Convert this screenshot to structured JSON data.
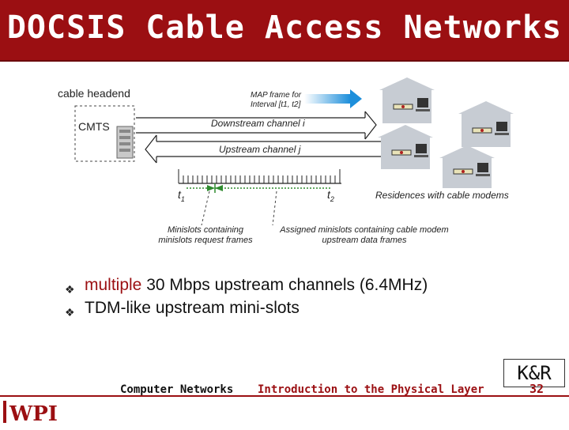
{
  "title": "DOCSIS Cable Access Networks",
  "diagram": {
    "headend_label": "cable headend",
    "cmts_label": "CMTS",
    "map_frame_label_line1": "MAP frame for",
    "map_frame_label_line2": "Interval [t1, t2]",
    "downstream_label": "Downstream channel i",
    "upstream_label": "Upstream channel j",
    "t1": "t",
    "t1_sub": "1",
    "t2": "t",
    "t2_sub": "2",
    "residences_label": "Residences with cable modems",
    "minislots_req_line1": "Minislots containing",
    "minislots_req_line2": "minislots request frames",
    "assigned_line1": "Assigned minislots containing cable modem",
    "assigned_line2": "upstream data frames"
  },
  "bullets": [
    {
      "accent": "multiple",
      "rest": " 30 Mbps upstream channels (6.4MHz)"
    },
    {
      "accent": "",
      "rest": "TDM-like upstream mini-slots"
    }
  ],
  "badge": "K&R",
  "footer": {
    "logo": "WPI",
    "course": "Computer Networks",
    "topic": "Introduction to the Physical Layer",
    "page": "32"
  },
  "colors": {
    "accent": "#9b0f12",
    "footer_text": "#9b0f12",
    "green": "#2e8b2e"
  }
}
